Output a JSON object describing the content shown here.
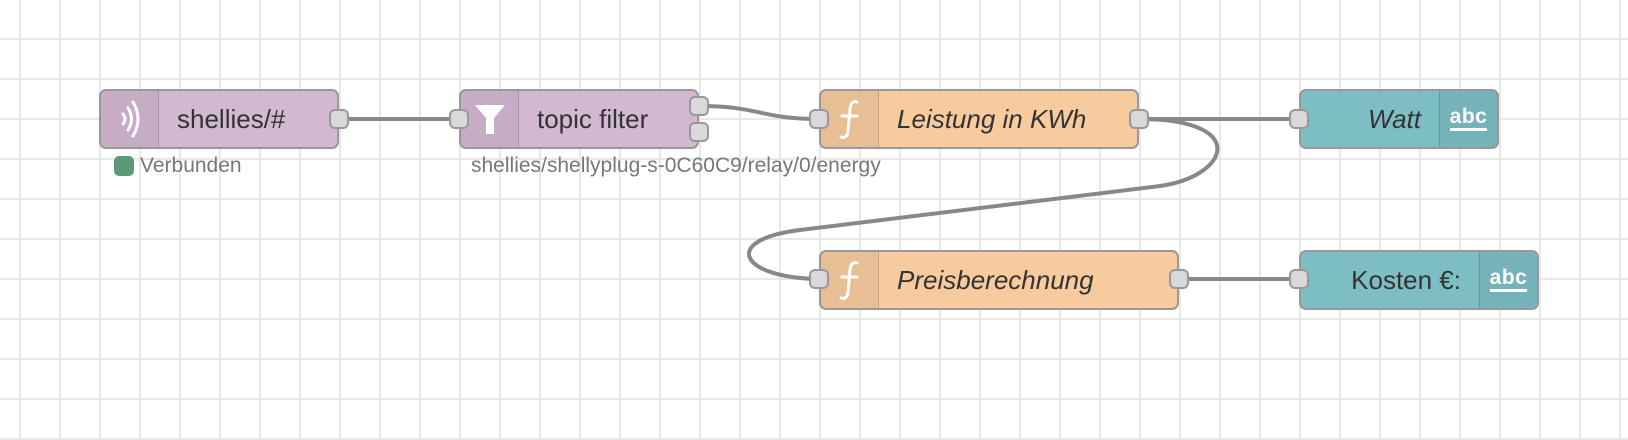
{
  "flow": {
    "nodes": [
      {
        "id": "mqtt-in",
        "type": "mqtt in",
        "label": "shellies/#",
        "icon": "wifi-signal-icon",
        "status": {
          "text": "Verbunden",
          "color": "#5a9a7a"
        }
      },
      {
        "id": "topic-filter",
        "type": "switch",
        "label": "topic filter",
        "icon": "funnel-icon",
        "sublabel": "shellies/shellyplug-s-0C60C9/relay/0/energy",
        "outputs": 2
      },
      {
        "id": "leistung",
        "type": "function",
        "label": "Leistung in KWh",
        "icon": "function-icon"
      },
      {
        "id": "watt",
        "type": "ui text",
        "label": "Watt",
        "icon": "abc-text-icon",
        "icon_text": "abc"
      },
      {
        "id": "preis",
        "type": "function",
        "label": "Preisberechnung",
        "icon": "function-icon"
      },
      {
        "id": "kosten",
        "type": "ui text",
        "label": "Kosten €:",
        "icon": "abc-text-icon",
        "icon_text": "abc"
      }
    ],
    "wires": [
      {
        "from": "mqtt-in",
        "to": "topic-filter"
      },
      {
        "from": "topic-filter",
        "output": 1,
        "to": "leistung"
      },
      {
        "from": "leistung",
        "to": "watt"
      },
      {
        "from": "leistung",
        "to": "preis"
      },
      {
        "from": "preis",
        "to": "kosten"
      }
    ]
  },
  "colors": {
    "mqtt": "#d3b8d2",
    "function": "#f7cb9e",
    "ui_text": "#7dbec5",
    "wire": "#888888",
    "status_connected": "#5a9a7a"
  }
}
